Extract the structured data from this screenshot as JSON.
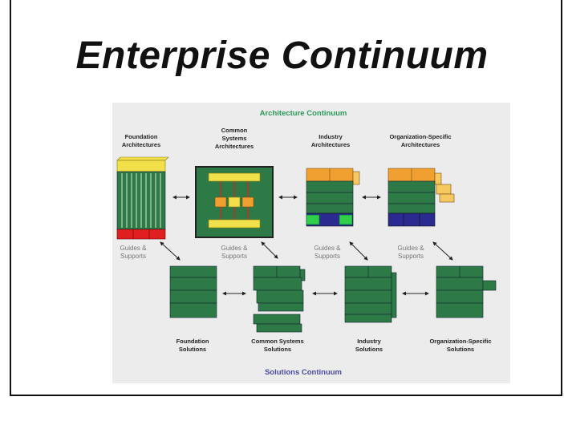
{
  "slide": {
    "title": "Enterprise Continuum"
  },
  "diagram": {
    "architecture_continuum": "Architecture Continuum",
    "solutions_continuum": "Solutions Continuum",
    "architectures": [
      [
        "Foundation",
        "Architectures"
      ],
      [
        "Common",
        "Systems",
        "Architectures"
      ],
      [
        "Industry",
        "Architectures"
      ],
      [
        "Organization-Specific",
        "Architectures"
      ]
    ],
    "solutions": [
      [
        "Foundation",
        "Solutions"
      ],
      [
        "Common Systems",
        "Solutions"
      ],
      [
        "Industry",
        "Solutions"
      ],
      [
        "Organization-Specific",
        "Solutions"
      ]
    ],
    "guides_supports": [
      "Guides &",
      "Supports"
    ],
    "colors": {
      "green": "#2e7a46",
      "yellow": "#f2e04a",
      "orange": "#f0a030",
      "red": "#e02020",
      "blue": "#2a2a90",
      "light_green": "#2fcf4a",
      "peach": "#f5c860",
      "arch_label": "#2a9a5a",
      "sol_label": "#4a4aa8"
    }
  }
}
